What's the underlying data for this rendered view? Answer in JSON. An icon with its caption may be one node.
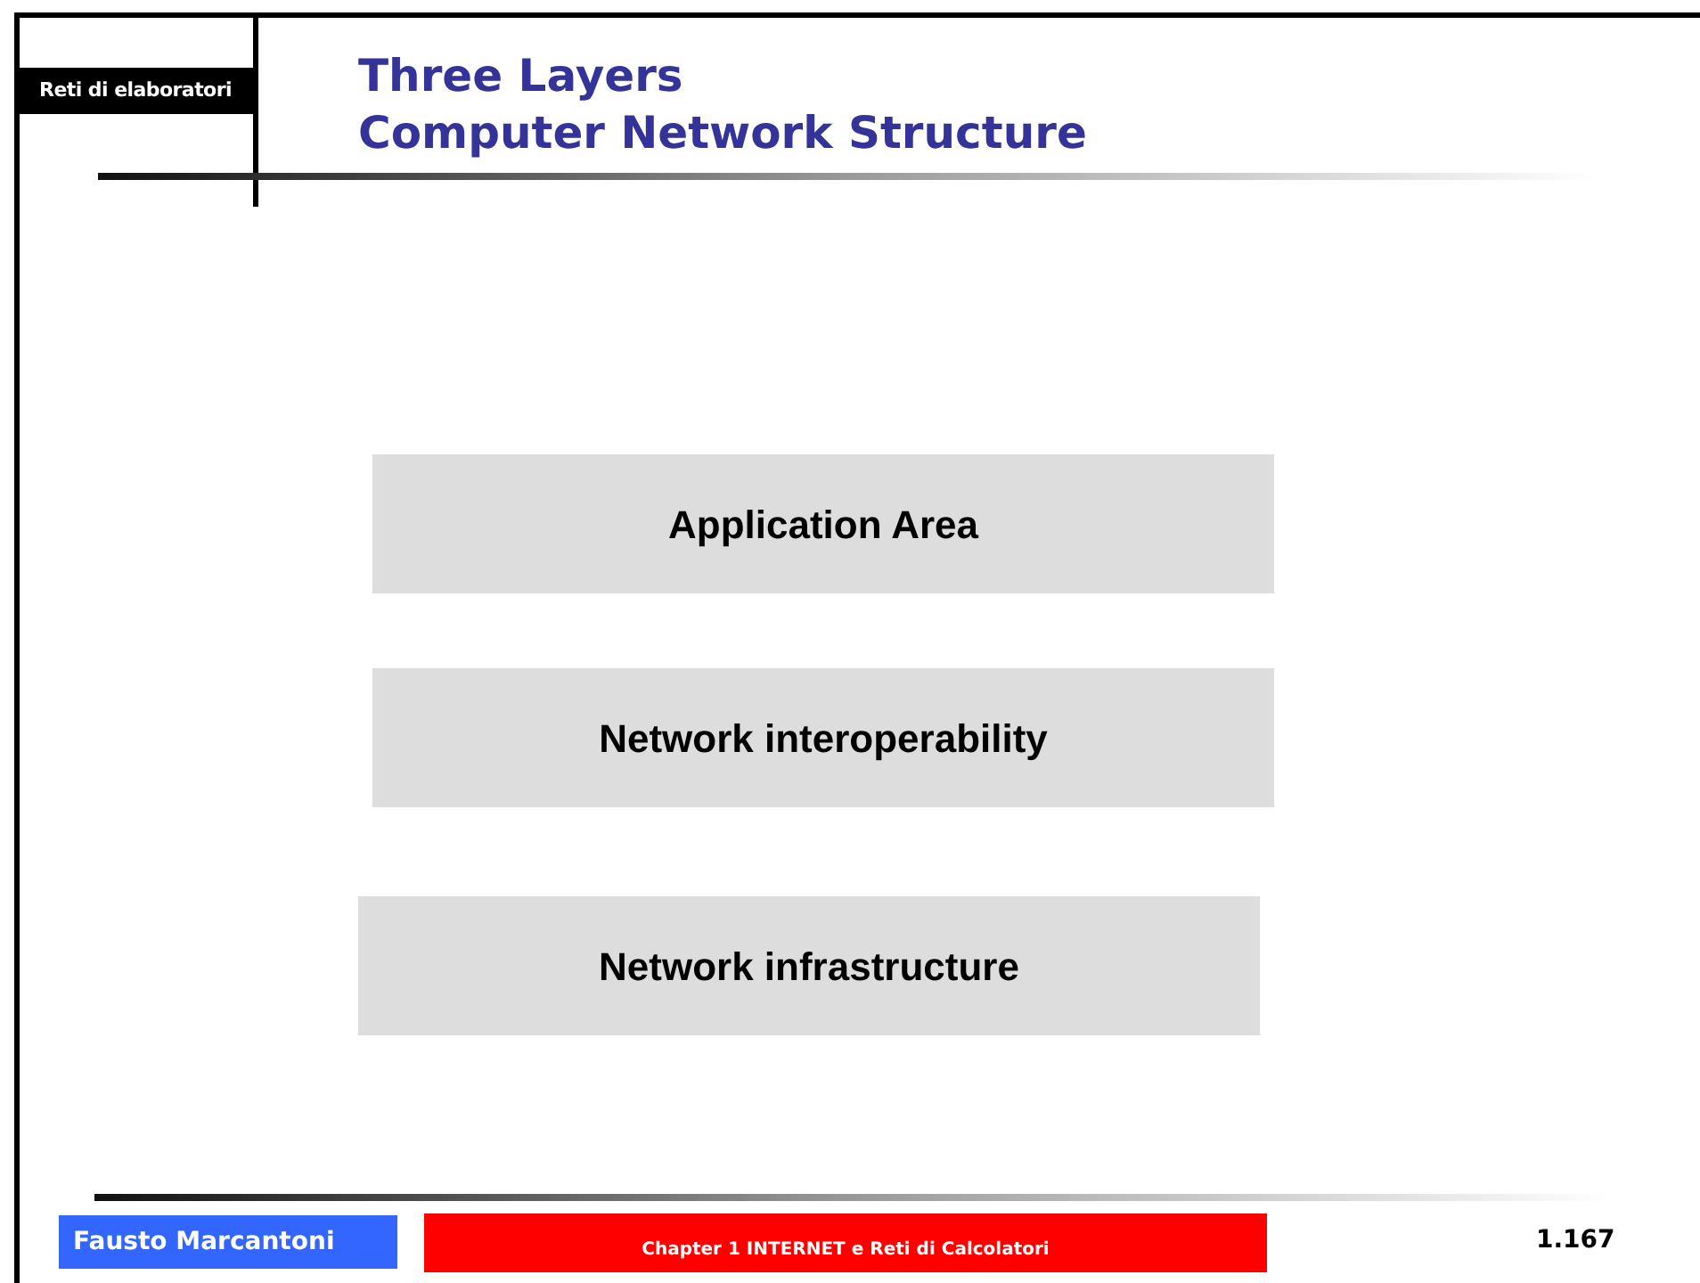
{
  "diagram": {
    "title": "Three Layers",
    "nodes": [
      {
        "text": [
          "Application Area"
        ]
      },
      {
        "text": [
          "Network interoperability"
        ]
      },
      {
        "text": [
          "Network infrastructure"
        ]
      }
    ],
    "labels": [
      "Computer Network Structure",
      "Reti di elaboratori",
      "Fausto Marcantoni",
      "Chapter 1 INTERNET e Reti di Calcolatori",
      "1.167"
    ]
  }
}
